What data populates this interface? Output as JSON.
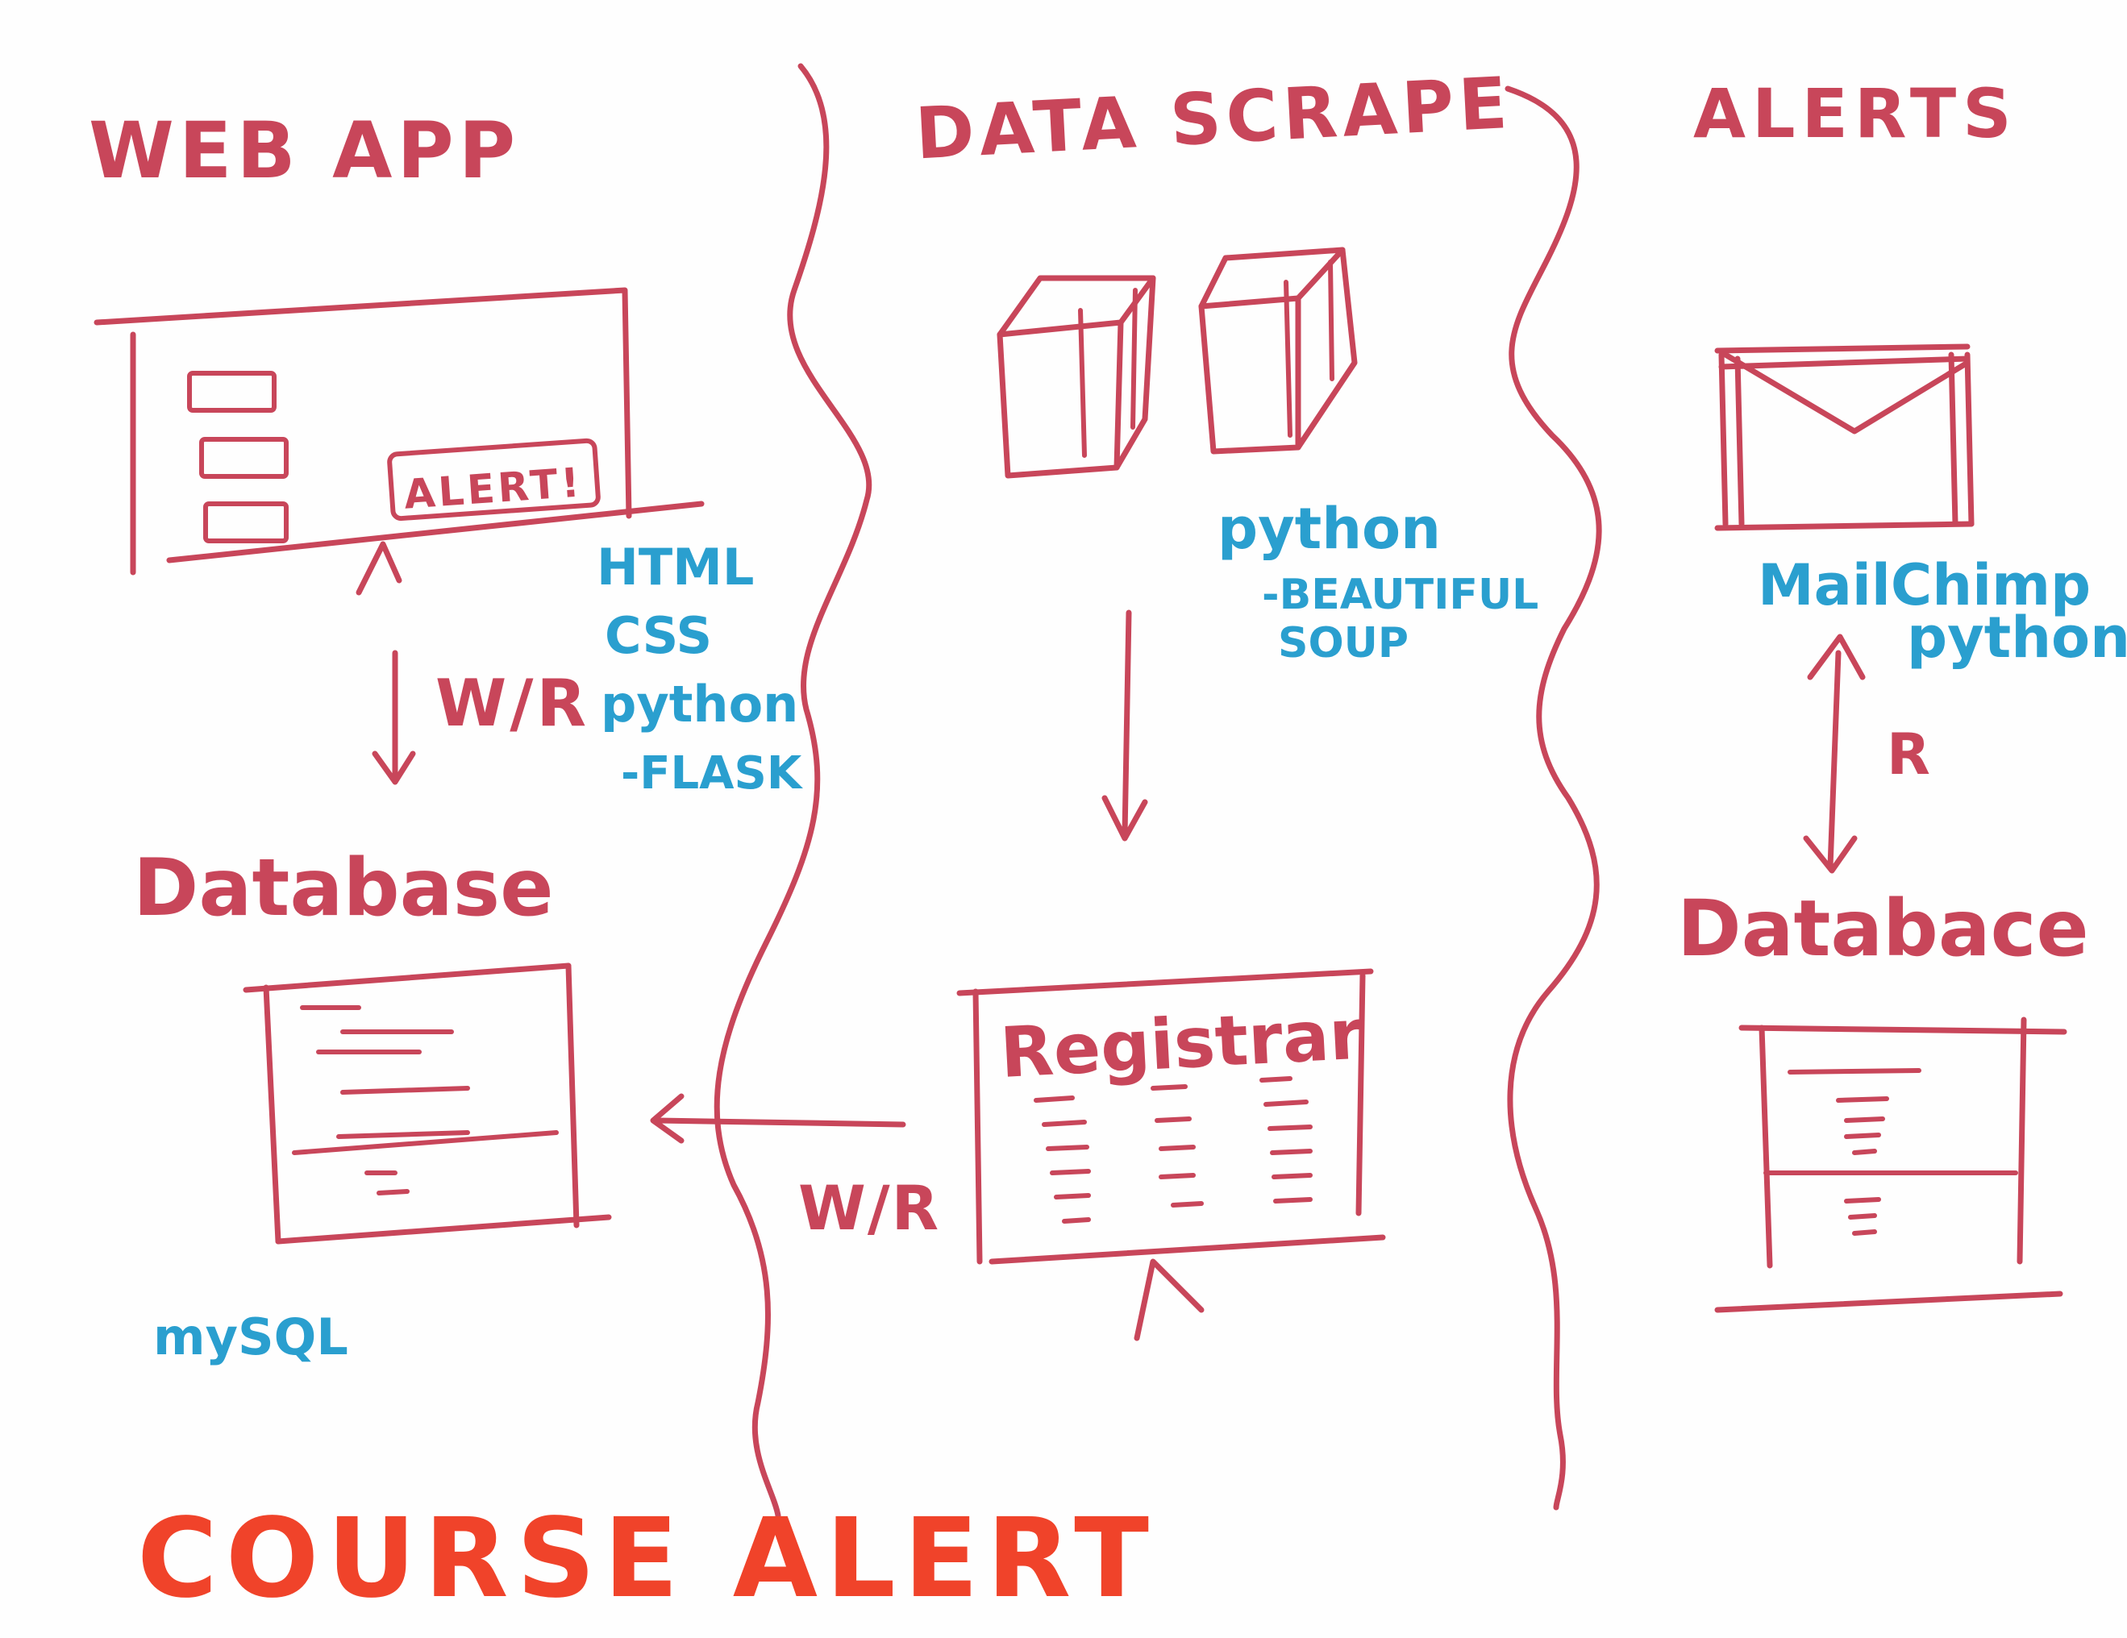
{
  "sections": {
    "web_app": "WEB APP",
    "data_scrape": "DATA SCRAPE",
    "alerts": "ALERTS"
  },
  "web_app": {
    "screen_badge": "ALERT!",
    "tech": [
      "HTML",
      "CSS",
      "python",
      "-FLASK"
    ],
    "edge_label": "W/R",
    "database_label": "Database",
    "database_tech": "mySQL"
  },
  "data_scrape": {
    "tech": [
      "python",
      "-BEAUTIFUL",
      "SOUP"
    ],
    "registrar_label": "Registrar",
    "edge_label": "W/R"
  },
  "alerts": {
    "tech": [
      "MailChimp",
      "python"
    ],
    "edge_label": "R",
    "database_label": "Databace"
  },
  "title": "COURSE ALERT",
  "colors": {
    "ink_red": "#c8465a",
    "ink_blue": "#2a9fcf",
    "title_orange": "#f0432a"
  }
}
